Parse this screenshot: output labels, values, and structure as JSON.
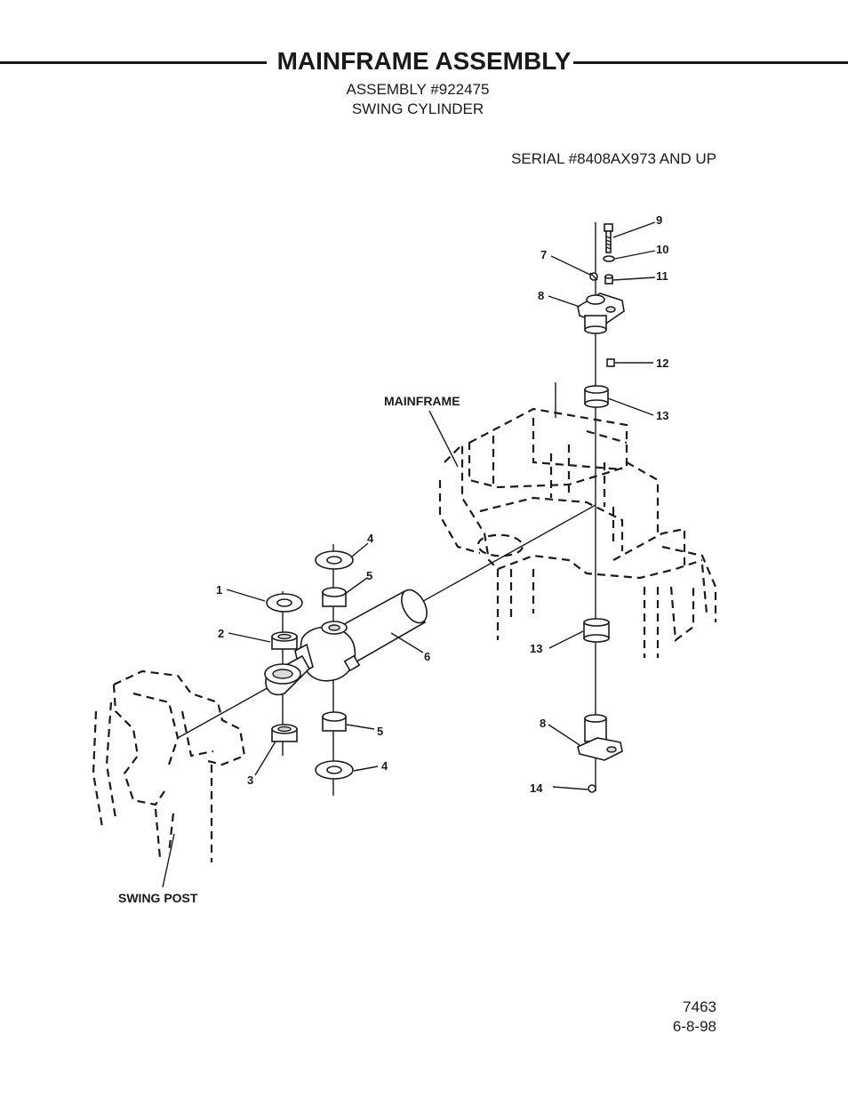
{
  "header": {
    "title": "MAINFRAME ASSEMBLY",
    "assembly": "ASSEMBLY #922475",
    "subtitle": "SWING CYLINDER",
    "serial": "SERIAL #8408AX973 AND UP"
  },
  "callouts": {
    "c1": "1",
    "c2": "2",
    "c3": "3",
    "c4a": "4",
    "c4b": "4",
    "c5a": "5",
    "c5b": "5",
    "c6": "6",
    "c7": "7",
    "c8a": "8",
    "c8b": "8",
    "c9": "9",
    "c10": "10",
    "c11": "11",
    "c12": "12",
    "c13a": "13",
    "c13b": "13",
    "c14": "14"
  },
  "labels": {
    "mainframe": "MAINFRAME",
    "swing_post": "SWING POST"
  },
  "footer": {
    "drawing_number": "7463",
    "date": "6-8-98"
  }
}
